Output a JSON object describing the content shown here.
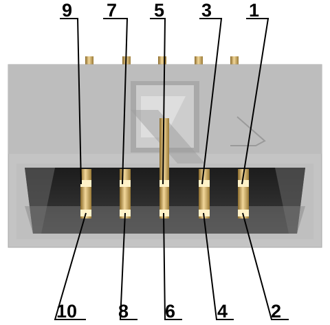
{
  "diagram": {
    "top_labels": [
      {
        "id": "pin-9",
        "text": "9"
      },
      {
        "id": "pin-7",
        "text": "7"
      },
      {
        "id": "pin-5",
        "text": "5"
      },
      {
        "id": "pin-3",
        "text": "3"
      },
      {
        "id": "pin-1",
        "text": "1"
      }
    ],
    "bottom_labels": [
      {
        "id": "pin-10",
        "text": "10"
      },
      {
        "id": "pin-8",
        "text": "8"
      },
      {
        "id": "pin-6",
        "text": "6"
      },
      {
        "id": "pin-4",
        "text": "4"
      },
      {
        "id": "pin-2",
        "text": "2"
      }
    ],
    "colors": {
      "housing_front": "#c6c6c6",
      "housing_top": "#b5b5b5",
      "cavity": "#2a2a2a",
      "pin_gold": "#d8b46a",
      "leader_line": "#000000"
    }
  }
}
